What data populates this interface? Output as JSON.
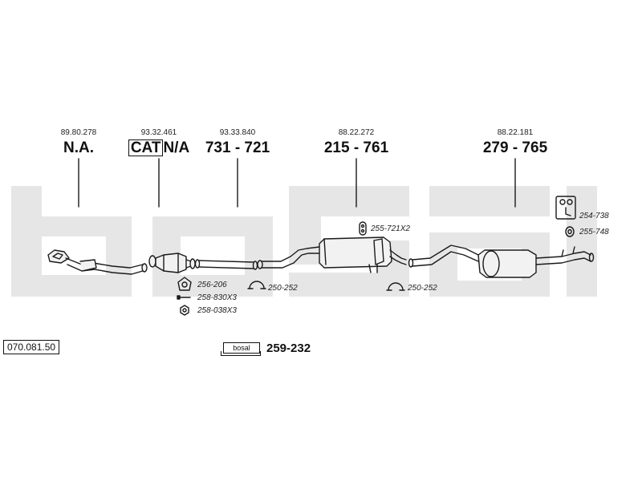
{
  "reference": "070.081.50",
  "sections": [
    {
      "oem": "89.80.278",
      "part_no": "N.A."
    },
    {
      "oem": "93.32.461",
      "part_no": "N/A",
      "badge": "CAT"
    },
    {
      "oem": "93.33.840",
      "part_no": "731 - 721"
    },
    {
      "oem": "88.22.272",
      "part_no": "215 - 761"
    },
    {
      "oem": "88.22.181",
      "part_no": "279 - 765"
    }
  ],
  "accessories": [
    {
      "label": "256-206",
      "icon": "gasket-icon"
    },
    {
      "label": "258-830X3",
      "icon": "bolt-icon"
    },
    {
      "label": "258-038X3",
      "icon": "nut-icon"
    },
    {
      "label": "250-252",
      "icon": "clamp-icon"
    },
    {
      "label": "255-721X2",
      "icon": "rubber-hanger-icon"
    },
    {
      "label": "250-252",
      "icon": "clamp-icon"
    },
    {
      "label": "254-738",
      "icon": "hanger-bracket-icon"
    },
    {
      "label": "255-748",
      "icon": "rubber-ring-icon"
    }
  ],
  "mounting_kit": {
    "part_no": "259-232",
    "logo": "bosal",
    "icon": "mounting-kit-box-icon"
  },
  "watermark": "bosal",
  "colors": {
    "watermark": "#e6e6e6",
    "line": "#1a1a1a",
    "part_fill": "#f2f2f2"
  }
}
